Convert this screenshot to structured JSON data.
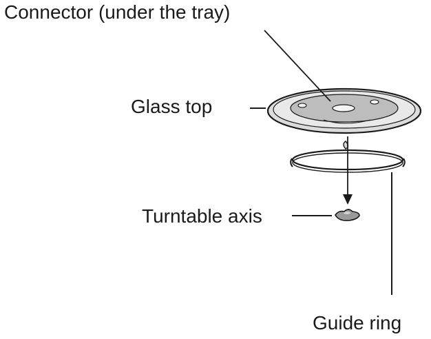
{
  "labels": {
    "connector": "Connector (under the tray)",
    "glass_top": "Glass top",
    "turntable_axis": "Turntable axis",
    "guide_ring": "Guide ring"
  },
  "colors": {
    "line": "#1a1a1a",
    "plate_outer": "#dcdcdc",
    "plate_inner": "#bdbdbd",
    "part_fill": "#9a9a9a"
  }
}
